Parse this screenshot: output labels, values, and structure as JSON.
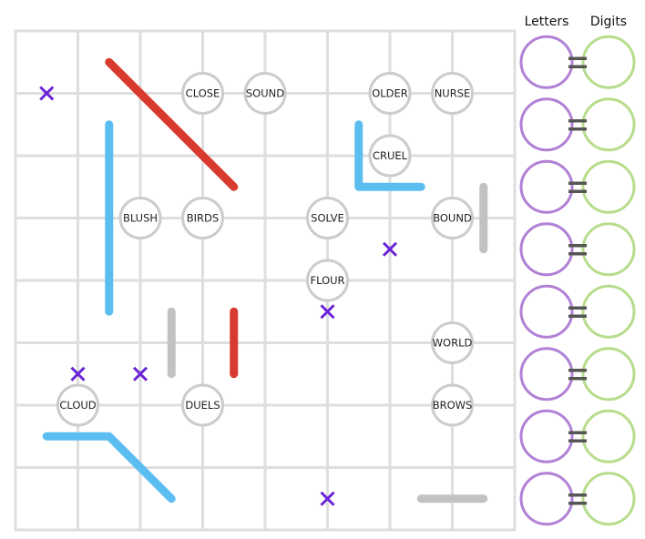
{
  "colors": {
    "grid": "#dedede",
    "node_stroke": "#cccccc",
    "red": "#d93a2f",
    "blue": "#5bbdf0",
    "gray": "#c2c2c2",
    "mark": "#6a22d6",
    "letters_ring": "#b181d6",
    "digits_ring": "#b7dd8c",
    "equals": "#555555"
  },
  "side_panel": {
    "letters_label": "Letters",
    "digits_label": "Digits",
    "pair_count": 8
  },
  "board": {
    "columns": 8,
    "rows": 8,
    "words": [
      {
        "text": "CLOSE",
        "col": 3,
        "row": 1
      },
      {
        "text": "SOUND",
        "col": 4,
        "row": 1
      },
      {
        "text": "OLDER",
        "col": 6,
        "row": 1
      },
      {
        "text": "NURSE",
        "col": 7,
        "row": 1
      },
      {
        "text": "CRUEL",
        "col": 6,
        "row": 2
      },
      {
        "text": "BLUSH",
        "col": 2,
        "row": 3
      },
      {
        "text": "BIRDS",
        "col": 3,
        "row": 3
      },
      {
        "text": "SOLVE",
        "col": 5,
        "row": 3
      },
      {
        "text": "BOUND",
        "col": 7,
        "row": 3
      },
      {
        "text": "FLOUR",
        "col": 5,
        "row": 4
      },
      {
        "text": "WORLD",
        "col": 7,
        "row": 5
      },
      {
        "text": "CLOUD",
        "col": 1,
        "row": 6
      },
      {
        "text": "DUELS",
        "col": 3,
        "row": 6
      },
      {
        "text": "BROWS",
        "col": 7,
        "row": 6
      }
    ],
    "marks": [
      {
        "col": 0.5,
        "row": 1
      },
      {
        "col": 6,
        "row": 3.5
      },
      {
        "col": 5,
        "row": 4.5
      },
      {
        "col": 1,
        "row": 5.5
      },
      {
        "col": 2,
        "row": 5.5
      },
      {
        "col": 5,
        "row": 7.5
      }
    ],
    "strokes": [
      {
        "color": "red",
        "points": [
          [
            1.5,
            0.5
          ],
          [
            3.5,
            2.5
          ]
        ]
      },
      {
        "color": "red",
        "points": [
          [
            3.5,
            4.5
          ],
          [
            3.5,
            5.5
          ]
        ]
      },
      {
        "color": "blue",
        "points": [
          [
            1.5,
            1.5
          ],
          [
            1.5,
            4.5
          ]
        ]
      },
      {
        "color": "blue",
        "points": [
          [
            5.5,
            1.5
          ],
          [
            5.5,
            2.5
          ],
          [
            6.5,
            2.5
          ]
        ]
      },
      {
        "color": "blue",
        "points": [
          [
            0.5,
            6.5
          ],
          [
            1.5,
            6.5
          ],
          [
            2.5,
            7.5
          ]
        ]
      },
      {
        "color": "gray",
        "points": [
          [
            2.5,
            4.5
          ],
          [
            2.5,
            5.5
          ]
        ]
      },
      {
        "color": "gray",
        "points": [
          [
            7.5,
            2.5
          ],
          [
            7.5,
            3.5
          ]
        ]
      },
      {
        "color": "gray",
        "points": [
          [
            6.5,
            7.5
          ],
          [
            7.5,
            7.5
          ]
        ]
      }
    ]
  }
}
